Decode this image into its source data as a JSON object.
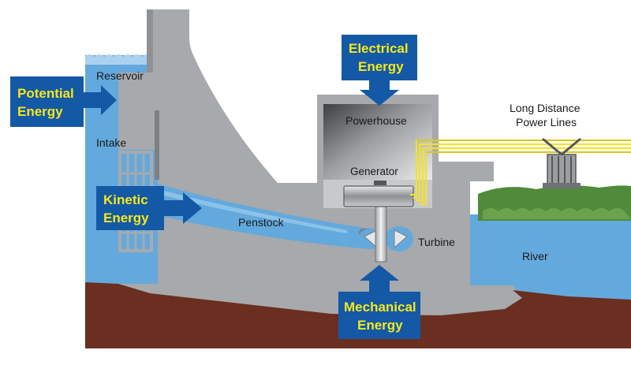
{
  "colors": {
    "water": "#63a9dd",
    "water_light": "#a9d2ef",
    "dam": "#a7a9ac",
    "dam_dark": "#7d7f82",
    "ground": "#6a2f20",
    "grass": "#4f8b3a",
    "badge": "#1459a6",
    "badge_text": "#f5e71c",
    "powerline": "#f3e12a",
    "arrow": "#1459a6"
  },
  "labels": {
    "reservoir": "Reservoir",
    "intake": "Intake",
    "penstock": "Penstock",
    "powerhouse": "Powerhouse",
    "generator": "Generator",
    "turbine": "Turbine",
    "river": "River",
    "power_lines_line1": "Long Distance",
    "power_lines_line2": "Power Lines"
  },
  "energy": {
    "potential": {
      "line1": "Potential",
      "line2": "Energy"
    },
    "kinetic": {
      "line1": "Kinetic",
      "line2": "Energy"
    },
    "electrical": {
      "line1": "Electrical",
      "line2": "Energy"
    },
    "mechanical": {
      "line1": "Mechanical",
      "line2": "Energy"
    }
  },
  "icons": [
    "transformer-icon",
    "arrow-right-icon",
    "arrow-down-icon",
    "arrow-up-icon"
  ]
}
